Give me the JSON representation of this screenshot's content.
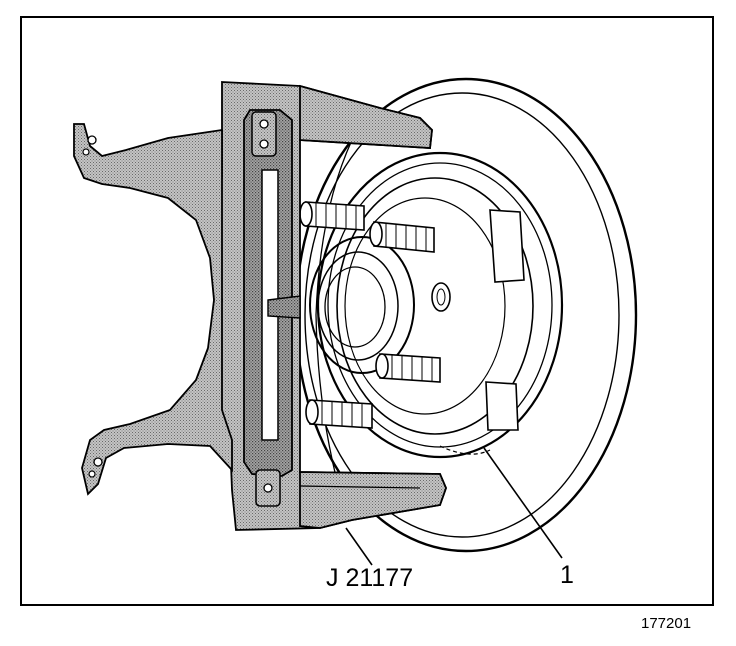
{
  "labels": {
    "tool": "J 21177",
    "callout": "1",
    "figure_number": "177201"
  },
  "colors": {
    "line": "#000000",
    "tool_fill": "#a9a9a9",
    "background": "#ffffff"
  }
}
